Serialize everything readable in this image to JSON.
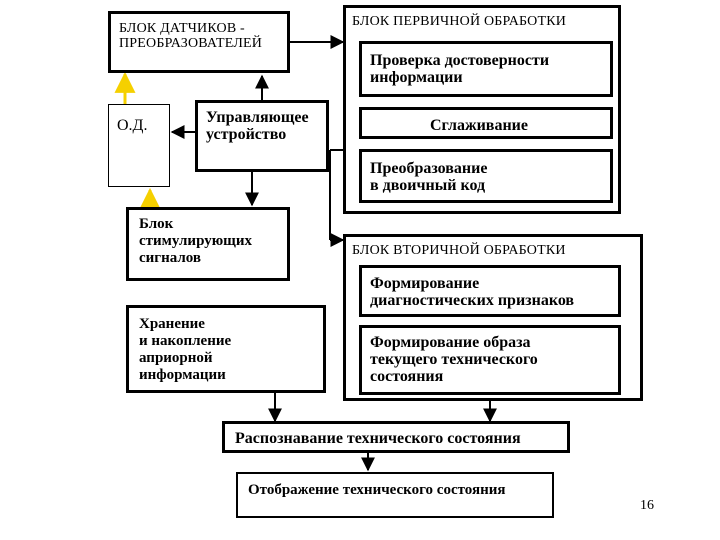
{
  "blocks": {
    "sensors": "БЛОК ДАТЧИКОВ -\nПРЕОБРАЗОВАТЕЛЕЙ",
    "object": "О.Д.",
    "controller": "Управляющее\nустройство",
    "stimuli": "Блок\nстимулирующих\nсигналов",
    "storage": "Хранение\nи накопление\n априорной\nинформации",
    "recognition": "Распознавание технического состояния",
    "display": "Отображение технического состояния"
  },
  "primary": {
    "title": "БЛОК ПЕРВИЧНОЙ ОБРАБОТКИ",
    "items": [
      "Проверка достоверности\nинформации",
      "Сглаживание",
      "Преобразование\nв двоичный код"
    ]
  },
  "secondary": {
    "title": "БЛОК ВТОРИЧНОЙ ОБРАБОТКИ",
    "items": [
      "Формирование\nдиагностических признаков",
      "Формирование образа\nтекущего технического\nсостояния"
    ]
  },
  "page_number": "16",
  "colors": {
    "feedback_arrow": "#f5d000",
    "line": "#000000"
  }
}
